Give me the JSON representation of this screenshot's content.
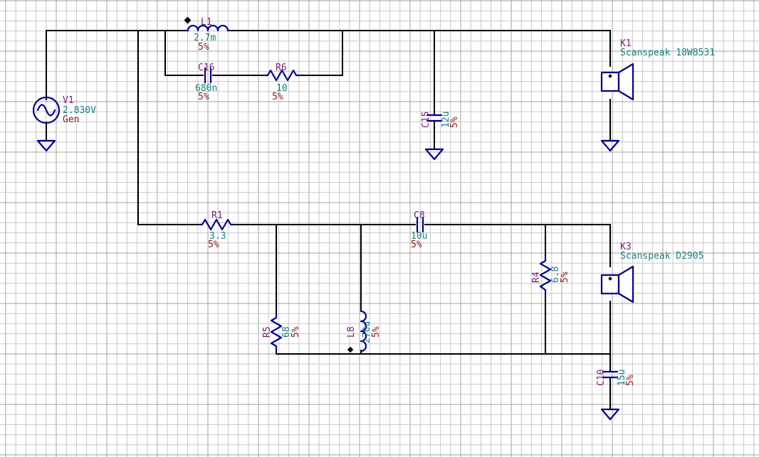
{
  "colors": {
    "background": "#ffffff",
    "grid_minor": "#c8c8c8",
    "grid_major": "#a0a0a0",
    "wire": "#000000",
    "component": "#00008b",
    "ref_text": "#7a1f7a",
    "value_text": "#1a8080",
    "tolerance_text": "#8b1a1a"
  },
  "components": {
    "V1": {
      "ref": "V1",
      "value": "2.830V",
      "extra": "Gen",
      "icon": "ac-source-icon"
    },
    "L1": {
      "ref": "L1",
      "value": "2.7m",
      "tol": "5%",
      "icon": "inductor-icon"
    },
    "C16": {
      "ref": "C16",
      "value": "680n",
      "tol": "5%",
      "icon": "capacitor-icon"
    },
    "R6": {
      "ref": "R6",
      "value": "10",
      "tol": "5%",
      "icon": "resistor-icon"
    },
    "C15": {
      "ref": "C15",
      "value": "12u",
      "tol": "5%",
      "icon": "capacitor-icon"
    },
    "K1": {
      "ref": "K1",
      "value": "Scanspeak 18W8531",
      "icon": "speaker-icon"
    },
    "R1": {
      "ref": "R1",
      "value": "3.3",
      "tol": "5%",
      "icon": "resistor-icon"
    },
    "C8": {
      "ref": "C8",
      "value": "10u",
      "tol": "5%",
      "icon": "capacitor-icon"
    },
    "K3": {
      "ref": "K3",
      "value": "Scanspeak D2905",
      "icon": "speaker-icon"
    },
    "R4": {
      "ref": "R4",
      "value": "6.8",
      "tol": "5%",
      "icon": "resistor-icon"
    },
    "R5": {
      "ref": "R5",
      "value": "68",
      "tol": "5%",
      "icon": "resistor-icon"
    },
    "L8": {
      "ref": "L8",
      "value": "270u",
      "tol": "5%",
      "icon": "inductor-icon"
    },
    "C10": {
      "ref": "C10",
      "value": "15u",
      "tol": "5%",
      "icon": "capacitor-icon"
    }
  }
}
